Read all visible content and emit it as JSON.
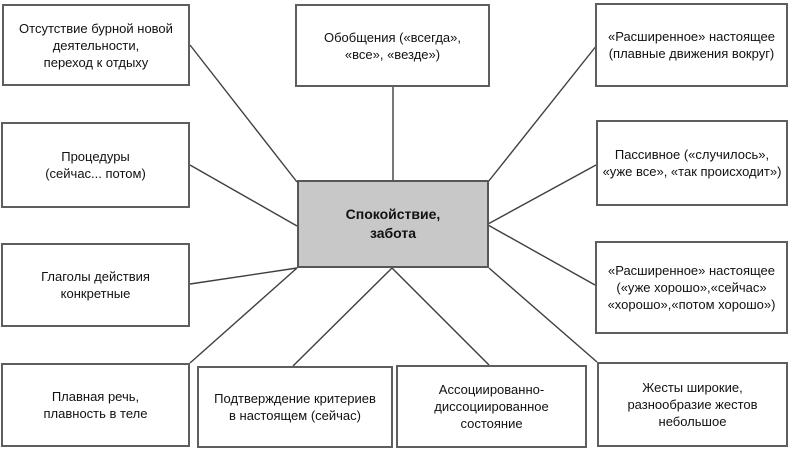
{
  "diagram": {
    "center_node": {
      "lines": [
        "Спокойствие,",
        "забота"
      ]
    },
    "nodes": [
      {
        "id": "top-left",
        "lines": [
          "Отсутствие бурной новой",
          "деятельности,",
          "переход к отдыху"
        ]
      },
      {
        "id": "top-center",
        "lines": [
          "Обобщения («всегда»,",
          "«все», «везде»)"
        ]
      },
      {
        "id": "top-right",
        "lines": [
          "«Расширенное» настоящее",
          "(плавные движения вокруг)"
        ]
      },
      {
        "id": "mid-left",
        "lines": [
          "Процедуры",
          "(сейчас... потом)"
        ]
      },
      {
        "id": "mid-right",
        "lines": [
          "Пассивное («случилось»,",
          "«уже все», «так происходит»)"
        ]
      },
      {
        "id": "low-left",
        "lines": [
          "Глаголы действия",
          "конкретные"
        ]
      },
      {
        "id": "low-right",
        "lines": [
          "«Расширенное» настоящее",
          "(«уже хорошо»,«сейчас»",
          "«хорошо»,«потом хорошо»)"
        ]
      },
      {
        "id": "bottom-1",
        "lines": [
          "Плавная речь,",
          "плавность в теле"
        ]
      },
      {
        "id": "bottom-2",
        "lines": [
          "Подтверждение критериев",
          "в настоящем (сейчас)"
        ]
      },
      {
        "id": "bottom-3",
        "lines": [
          "Ассоциированно-",
          "диссоциированное",
          "состояние"
        ]
      },
      {
        "id": "bottom-4",
        "lines": [
          "Жесты широкие,",
          "разнообразие жестов",
          "небольшое"
        ]
      }
    ],
    "colors": {
      "background": "#ffffff",
      "center_fill": "#c8c8c8",
      "box_border": "#5e5e5e",
      "connector": "#3f3f3f",
      "text": "#111111"
    }
  }
}
